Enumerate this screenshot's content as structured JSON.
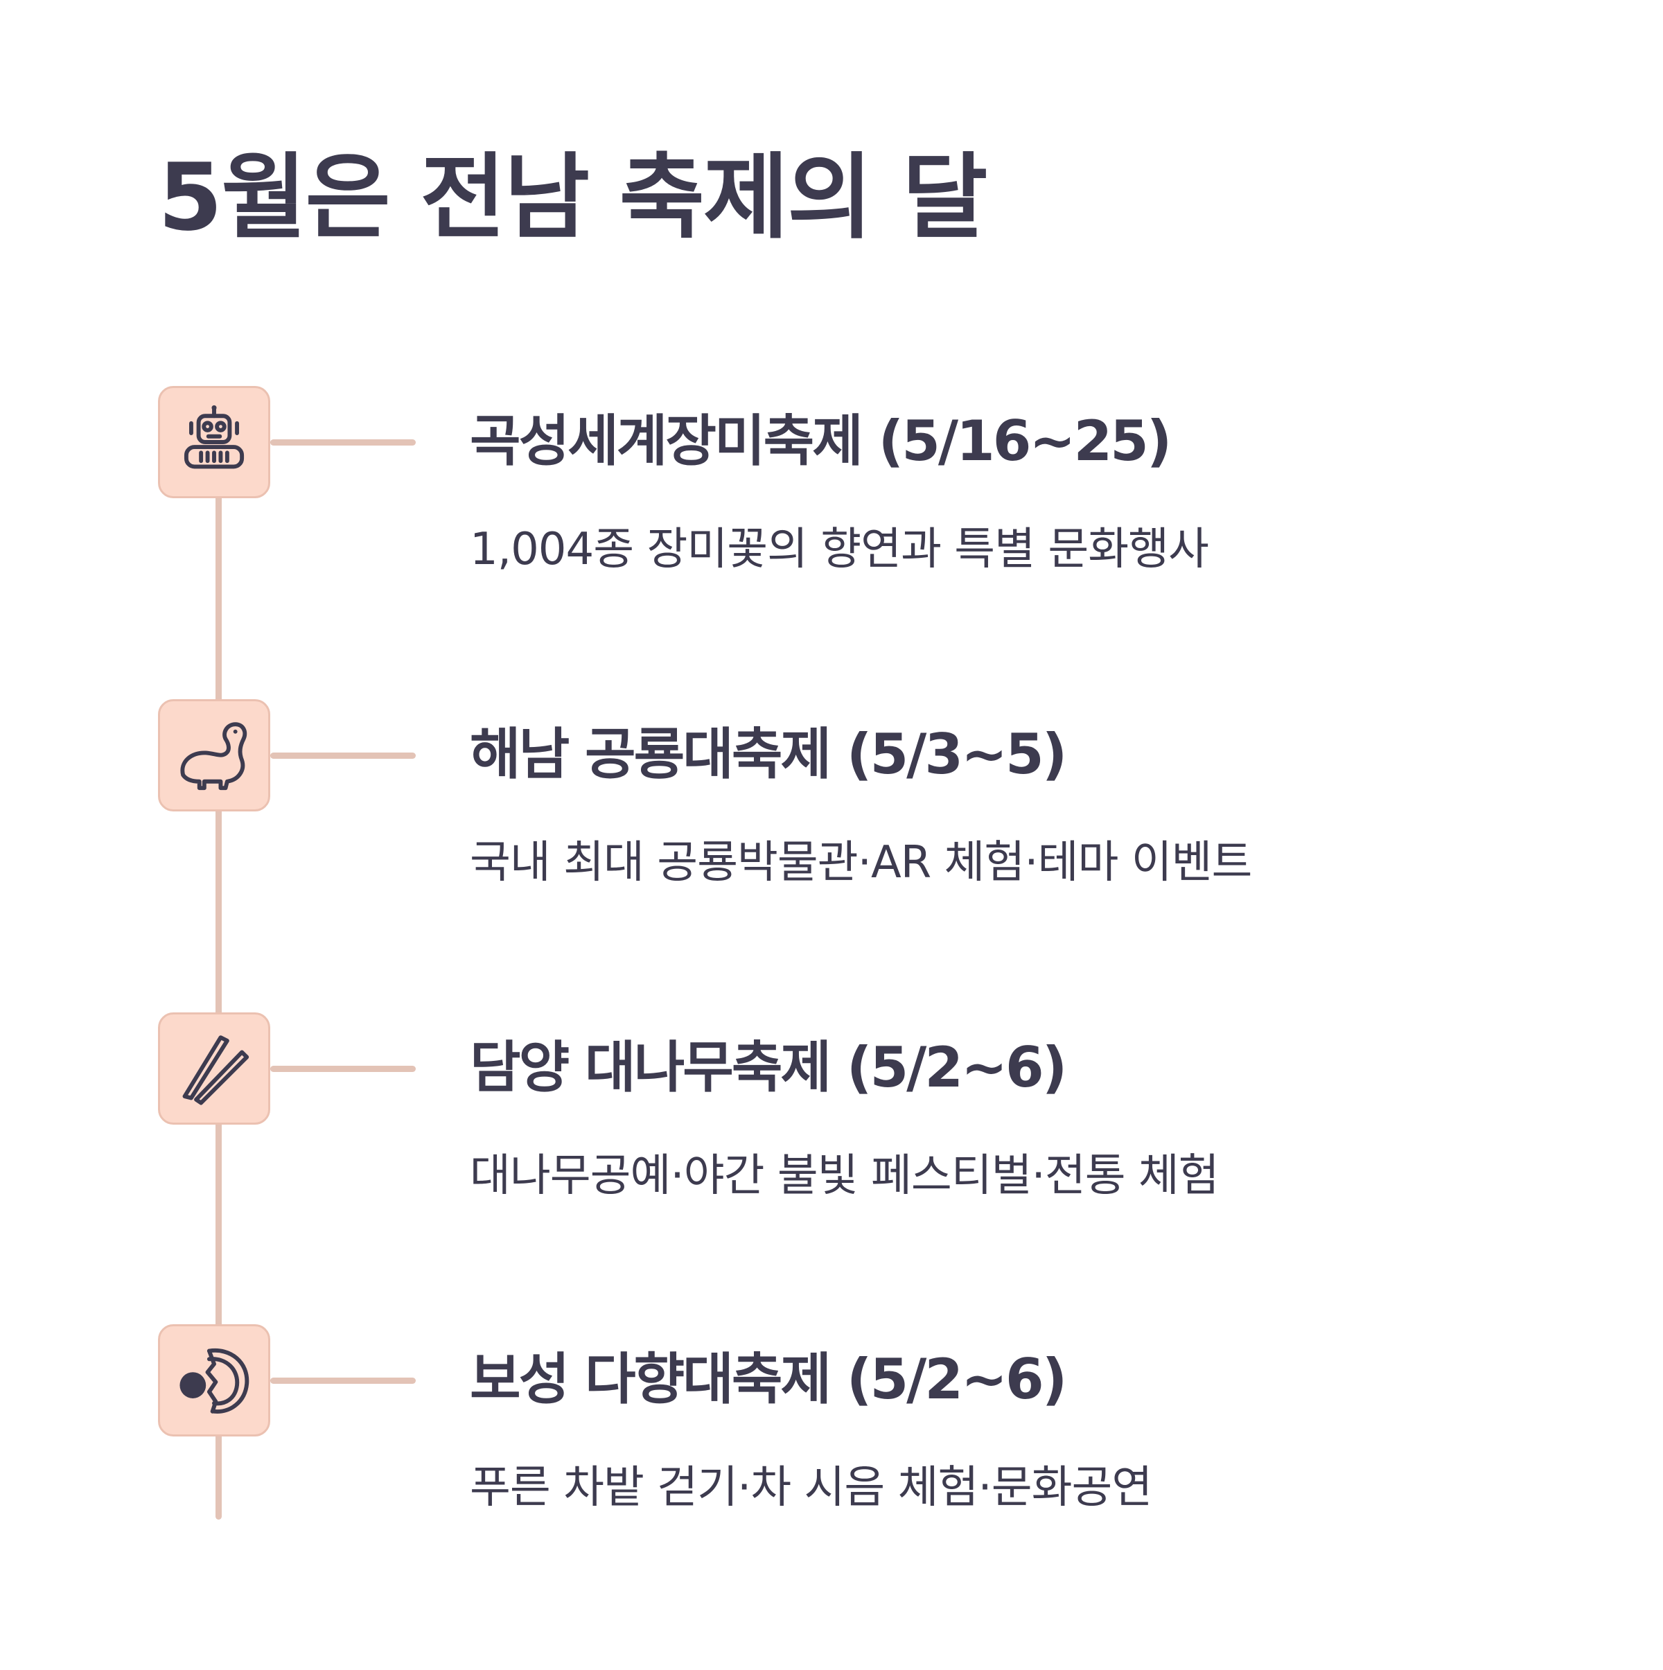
{
  "title": "5월은 전남 축제의 달",
  "colors": {
    "text": "#3d3b4f",
    "icon_bg": "#fcd9cb",
    "icon_border": "#ebc1b1",
    "line": "#e3c3b6",
    "background": "#ffffff"
  },
  "festivals": [
    {
      "icon": "robot-icon",
      "title": "곡성세계장미축제 (5/16~25)",
      "description": "1,004종 장미꽃의 향연과 특별 문화행사"
    },
    {
      "icon": "dinosaur-icon",
      "title": "해남 공룡대축제 (5/3~5)",
      "description": "국내 최대 공룡박물관·AR 체험·테마 이벤트"
    },
    {
      "icon": "chopsticks-icon",
      "title": "담양 대나무축제 (5/2~6)",
      "description": "대나무공예·야간 불빛 페스티벌·전통 체험"
    },
    {
      "icon": "listening-head-icon",
      "title": "보성 다향대축제 (5/2~6)",
      "description": "푸른 차밭 걷기·차 시음 체험·문화공연"
    }
  ]
}
